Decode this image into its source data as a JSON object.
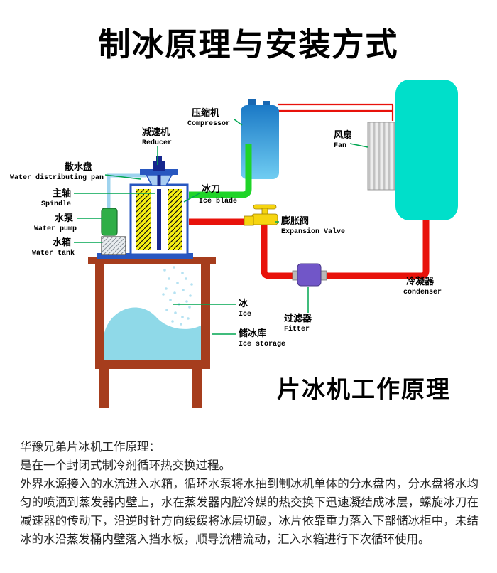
{
  "page": {
    "title": "制冰原理与安装方式"
  },
  "diagram": {
    "caption": "片冰机工作原理",
    "labels": {
      "water_pan": {
        "zh": "散水盘",
        "en": "Water distributing pan"
      },
      "spindle": {
        "zh": "主轴",
        "en": "Spindle"
      },
      "water_pump": {
        "zh": "水泵",
        "en": "Water pump"
      },
      "water_tank": {
        "zh": "水箱",
        "en": "Water tank"
      },
      "reducer": {
        "zh": "减速机",
        "en": "Reducer"
      },
      "compressor": {
        "zh": "压缩机",
        "en": "Compressor"
      },
      "ice_blade": {
        "zh": "冰刀",
        "en": "Ice blade"
      },
      "expansion_valve": {
        "zh": "膨胀阀",
        "en": "Expansion Valve"
      },
      "fan": {
        "zh": "风扇",
        "en": "Fan"
      },
      "condenser": {
        "zh": "冷凝器",
        "en": "condenser"
      },
      "filter": {
        "zh": "过滤器",
        "en": "Fitter"
      },
      "ice": {
        "zh": "冰",
        "en": "Ice"
      },
      "ice_storage": {
        "zh": "储冰库",
        "en": "Ice storage"
      }
    },
    "colors": {
      "hot_pipe": "#e8120b",
      "cold_pipe": "#1fd428",
      "condenser": "#00dfca",
      "compressor_dark": "#1b79c6",
      "compressor_light": "#70cdf2",
      "evaporator_blue": "#2857c0",
      "dark_steel_blue": "#16278e",
      "band_yellow": "#f6ee13",
      "pump_green": "#2fae47",
      "valve_yellow": "#f6d510",
      "filter_purple": "#7156c8",
      "storage_brown": "#a63d1d",
      "ice_fill": "#8fd9e8",
      "leader_green": "#00a651",
      "water_pipe_blue": "#9ed3ee"
    }
  },
  "description": {
    "heading": "华豫兄弟片冰机工作原理：",
    "subheading": "是在一个封闭式制冷剂循环热交换过程。",
    "body": "外界水源接入的水流进入水箱，循环水泵将水抽到制冰机单体的分水盘内，分水盘将水均匀的喷洒到蒸发器内壁上，水在蒸发器内腔冷媒的热交换下迅速凝结成冰层，螺旋冰刀在减速器的传动下，沿逆时针方向缓缓将冰层切破，冰片依靠重力落入下部储冰柜中，未结冰的水沿蒸发桶内壁落入挡水板，顺导流槽流动，汇入水箱进行下次循环使用。"
  }
}
